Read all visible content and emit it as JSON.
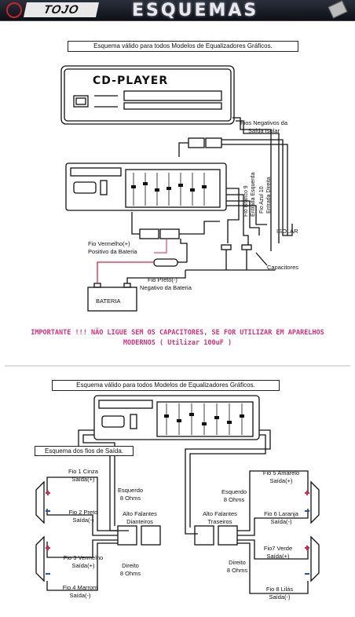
{
  "header": {
    "brand": "TOJO",
    "title": "ESQUEMAS"
  },
  "top": {
    "caption": "Esquema válido para todos Modelos de Equalizadores Gráficos.",
    "cdplayer": "CD-PLAYER",
    "neg_wires": [
      "Fios Negativos da",
      "Saída Isolar"
    ],
    "white_wire": "Fio Branco 9",
    "left_input": "Entrada Esquerda",
    "blue_wire": "Fio Azul 10",
    "right_input": "Entrada Direita",
    "isolar": "ISOLAR",
    "red_wire": [
      "Fio Vermelho(+)",
      "Positivo da Bateria"
    ],
    "black_wire": [
      "Fio Preto(-)",
      "Negativo da Bateria"
    ],
    "battery": "BATERIA",
    "capacitors": "Capacitores",
    "warning_line1": "IMPORTANTE !!! NÃO LIGUE SEM OS CAPACITORES, SE FOR UTILIZAR EM APARELHOS",
    "warning_line2": "MODERNOS ( Utilizar 100uF )"
  },
  "bottom": {
    "caption": "Esquema válido para todos Modelos de Equalizadores Gráficos.",
    "output_caption": "Esquema dos fios de Saída.",
    "wires_left": [
      {
        "name": "Fio 1  Cinza",
        "role": "Saída(+)"
      },
      {
        "name": "Fio 2 Preto",
        "role": "Saída(-)"
      },
      {
        "name": "Fio 3 Vermelho",
        "role": "Saída(+)"
      },
      {
        "name": "Fio 4  Marrom",
        "role": "Saída(-)"
      }
    ],
    "wires_right": [
      {
        "name": "Fio 5  Amarelo",
        "role": "Saída(+)"
      },
      {
        "name": "Fio 6  Laranja",
        "role": "Saída(-)"
      },
      {
        "name": "Fio7 Verde",
        "role": "Saída(+)"
      },
      {
        "name": "Fio 8  Lilás",
        "role": "Saída(-)"
      }
    ],
    "left_front": [
      "Esquerdo",
      "8 Ohms"
    ],
    "right_front": [
      "Direito",
      "8 Ohms"
    ],
    "left_rear": [
      "Esquerdo",
      "8 Ohms"
    ],
    "right_rear": [
      "Direito",
      "8 Ohms"
    ],
    "front_speakers": [
      "Alto Falantes",
      "Dianteiros"
    ],
    "rear_speakers": [
      "Alto Falantes",
      "Traseiros"
    ]
  },
  "colors": {
    "banner_bg": "#1a1e27",
    "warning": "#d8307a",
    "red_wire": "#e02040",
    "line": "#111111"
  }
}
